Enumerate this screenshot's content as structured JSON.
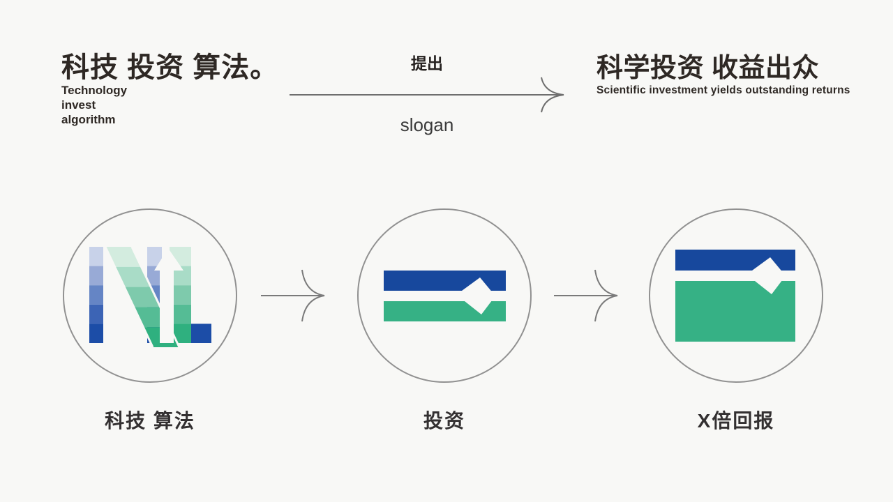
{
  "page": {
    "background": "#f8f8f6"
  },
  "header": {
    "left": {
      "title": "科技 投资 算法。",
      "subtitle_lines": [
        "Technology",
        "invest",
        "algorithm"
      ]
    },
    "center": {
      "top_label": "提出",
      "bottom_label": "slogan"
    },
    "right": {
      "title": "科学投资 收益出众",
      "subtitle": "Scientific investment yields outstanding returns"
    }
  },
  "flow": {
    "stages": [
      {
        "label": "科技 算法",
        "icon": "nl-gradient-logo-icon"
      },
      {
        "label": "投资",
        "icon": "dual-bars-arrow-icon"
      },
      {
        "label": "X倍回报",
        "icon": "growth-bars-arrow-icon"
      }
    ]
  },
  "colors": {
    "solid_blue": "#17489d",
    "solid_green": "#36b185",
    "white": "#f8f8f6",
    "arrow_gray": "#757575",
    "circle_border": "#919191",
    "blue_bands": [
      "#c8d2e9",
      "#98aad6",
      "#6585c5",
      "#3c64b5",
      "#1c4da7"
    ],
    "green_bands": [
      "#d3ecdf",
      "#a9dcc7",
      "#7ecaac",
      "#55bc95",
      "#2fb07f"
    ]
  }
}
